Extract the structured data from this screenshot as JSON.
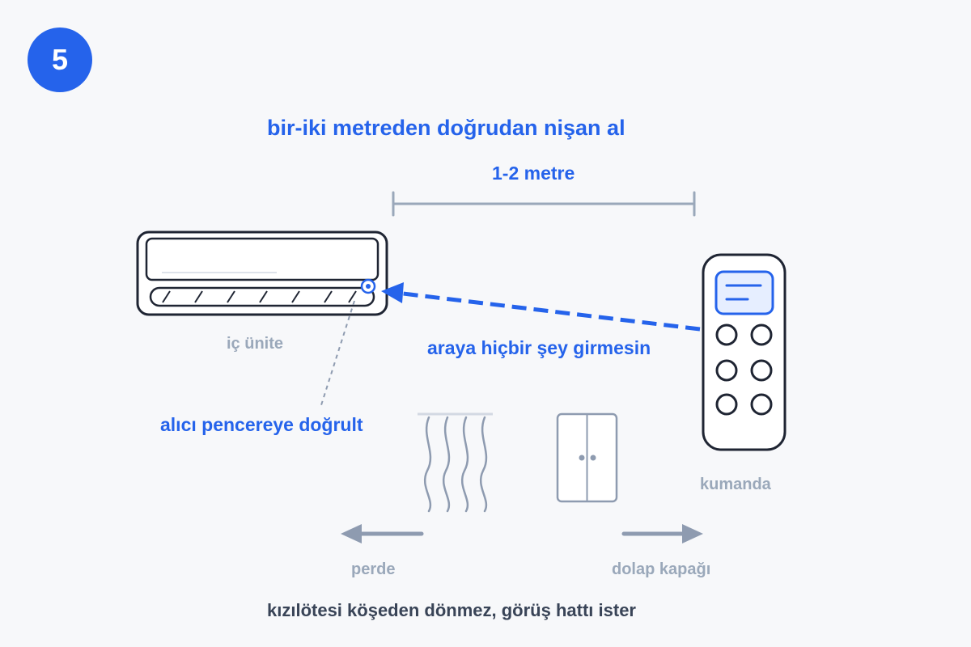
{
  "step_number": "5",
  "title": "bir-iki metreden doğrudan nişan al",
  "distance_label": "1-2 metre",
  "indoor_unit_label": "iç ünite",
  "clear_path_label": "araya hiçbir şey girmesin",
  "receiver_note": "alıcı pencereye doğrult",
  "remote_label": "kumanda",
  "curtain_label": "perde",
  "cabinet_door_label": "dolap kapağı",
  "footer_note": "kızılötesi köşeden dönmez, görüş hattı ister",
  "colors": {
    "accent": "#2563eb",
    "muted": "#9aa8ba",
    "outline": "#1f2533",
    "text_dark": "#394457",
    "background": "#f7f8fa"
  },
  "icons": {
    "indoor_unit": "air-conditioner-icon",
    "remote": "remote-control-icon",
    "curtain": "curtain-icon",
    "cabinet": "cabinet-door-icon"
  }
}
